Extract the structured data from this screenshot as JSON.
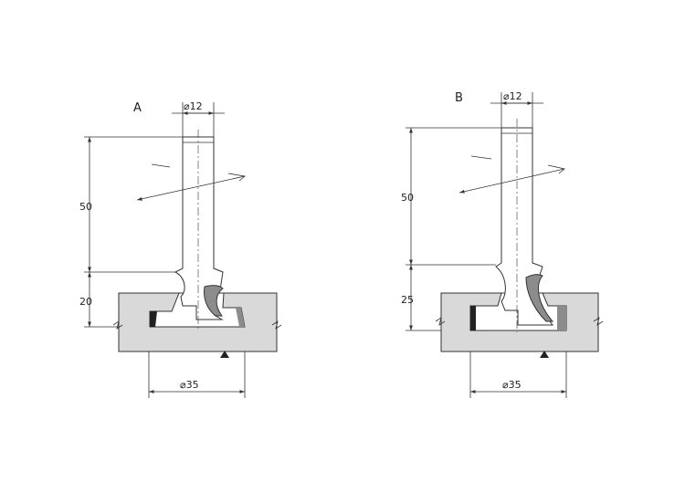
{
  "figures": [
    {
      "id": "A",
      "label": "A",
      "shank_diameter": "⌀12",
      "length_upper": "50",
      "length_lower": "20",
      "cut_diameter": "⌀35"
    },
    {
      "id": "B",
      "label": "B",
      "shank_diameter": "⌀12",
      "length_upper": "50",
      "length_lower": "25",
      "cut_diameter": "⌀35"
    }
  ],
  "colors": {
    "workpiece": "#d9d9d9",
    "tool": "#ffffff",
    "cutter_edge": "#8c8c8c",
    "line": "#333333"
  }
}
